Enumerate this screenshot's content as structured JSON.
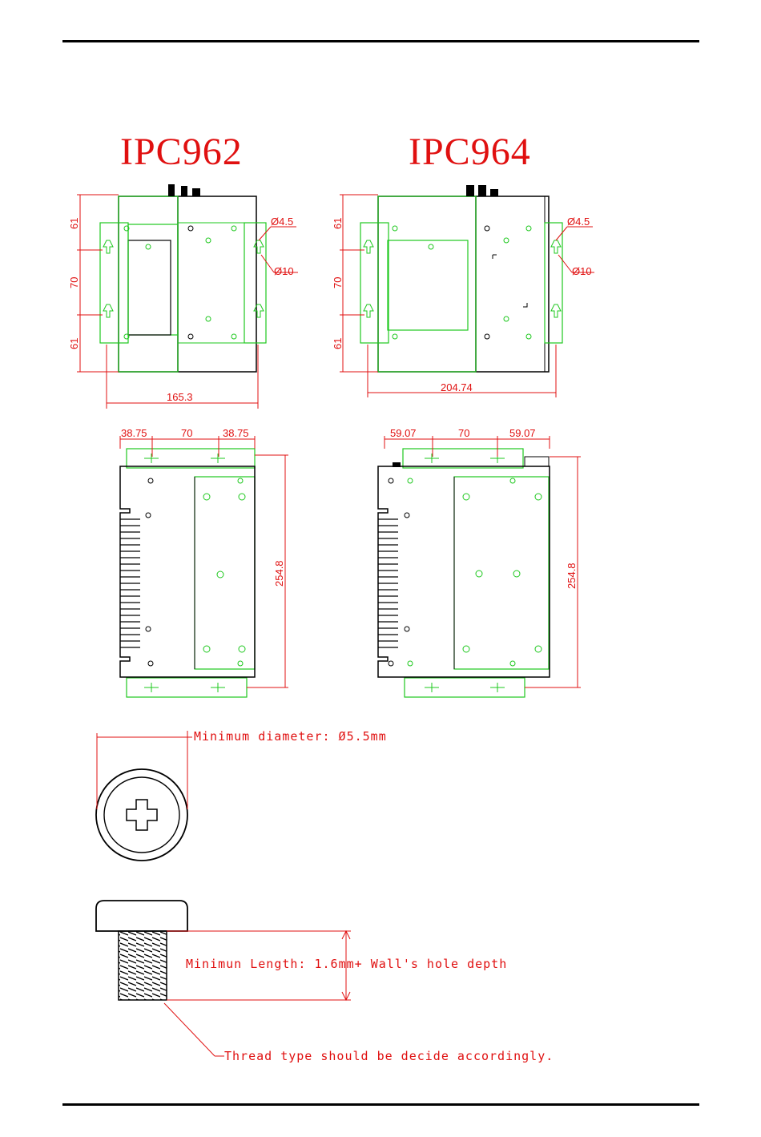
{
  "models": {
    "left": "IPC962",
    "right": "IPC964"
  },
  "colors": {
    "dimension": "#e01010",
    "outline": "#1ec81e",
    "body": "#000000"
  },
  "ipc962": {
    "front": {
      "top": "61",
      "middle": "70",
      "bottom": "61",
      "width": "165.3",
      "hole_small": "Ø4.5",
      "hole_large": "Ø10"
    },
    "side": {
      "left": "38.75",
      "middle": "70",
      "right": "38.75",
      "height": "254.8"
    }
  },
  "ipc964": {
    "front": {
      "top": "61",
      "middle": "70",
      "bottom": "61",
      "width": "204.74",
      "hole_small": "Ø4.5",
      "hole_large": "Ø10"
    },
    "side": {
      "left": "59.07",
      "middle": "70",
      "right": "59.07",
      "height": "254.8"
    }
  },
  "screw": {
    "diameter_note": "Minimum diameter: Ø5.5mm",
    "length_note": "Minimun Length: 1.6mm+ Wall's hole depth",
    "thread_note": "Thread type should be decide accordingly."
  }
}
